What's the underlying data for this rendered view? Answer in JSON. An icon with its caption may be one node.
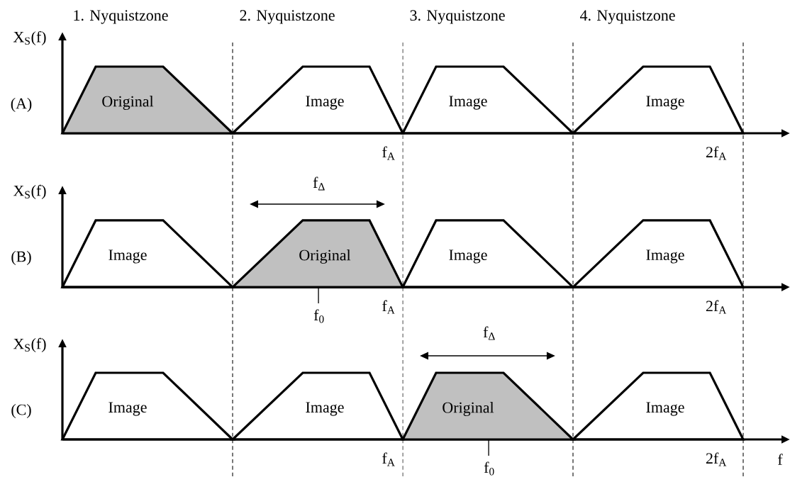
{
  "diagram": {
    "nodes": [
      {
        "text": [
          "Original"
        ]
      },
      {
        "text": [
          "Image"
        ]
      },
      {
        "text": [
          "Image"
        ]
      },
      {
        "text": [
          "Image"
        ]
      },
      {
        "text": [
          "Image"
        ]
      },
      {
        "text": [
          "Original"
        ]
      },
      {
        "text": [
          "Image"
        ]
      },
      {
        "text": [
          "Image"
        ]
      },
      {
        "text": [
          "Image"
        ]
      },
      {
        "text": [
          "Image"
        ]
      },
      {
        "text": [
          "Original"
        ]
      },
      {
        "text": [
          "Image"
        ]
      }
    ],
    "labels": [
      "1. Nyquistzone",
      "2. Nyquistzone",
      "3. Nyquistzone",
      "4. Nyquistzone",
      "X$_{S}$(f)",
      "(A)",
      "f$_{A}$",
      "2f$_{A}$",
      "X$_{S}$(f)",
      "f$_{Δ}$",
      "(B)",
      "f$_{0}$",
      "f$_{A}$",
      "2f$_{A}$",
      "X$_{S}$(f)",
      "f$_{Δ}$",
      "(C)",
      "f$_{A}$",
      "f$_{0}$",
      "2f$_{A}$",
      "f"
    ]
  }
}
